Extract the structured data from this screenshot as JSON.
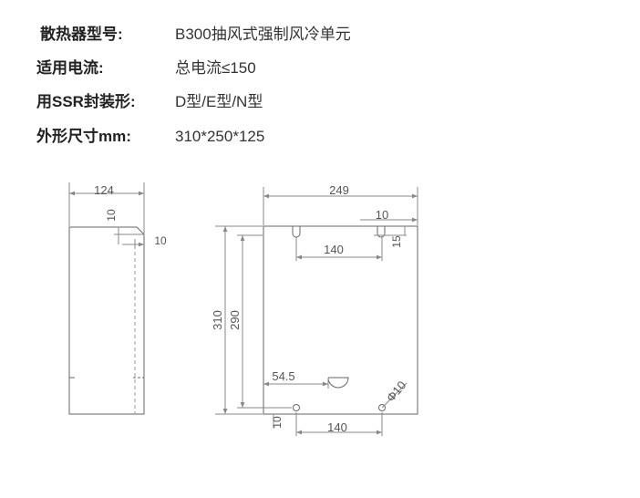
{
  "specs": [
    {
      "label": "散热器型号:",
      "value": "B300抽风式强制风冷单元"
    },
    {
      "label": "适用电流:",
      "value": "总电流≤150"
    },
    {
      "label": "用SSR封装形:",
      "value": "D型/E型/N型"
    },
    {
      "label": "外形尺寸mm:",
      "value": "310*250*125"
    }
  ],
  "drawing": {
    "side_view": {
      "width_dim": "124",
      "top_offset_dim": "10",
      "side_offset_dim": "10"
    },
    "front_view": {
      "width_dim": "249",
      "slot_offset_dim": "10",
      "slot_depth_dim": "15",
      "top_hole_spacing_dim": "140",
      "height_outer_dim": "310",
      "height_inner_dim": "290",
      "bottom_offset_dim": "54.5",
      "hole_dia_dim": "Φ10",
      "bottom_hole_edge_dim": "10",
      "bottom_hole_spacing_dim": "140"
    }
  }
}
